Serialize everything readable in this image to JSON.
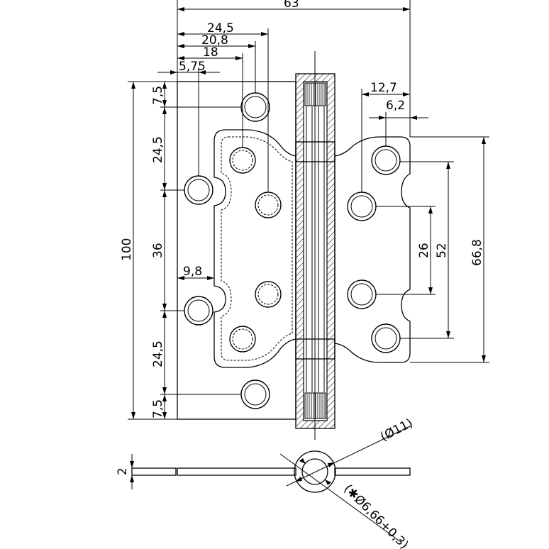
{
  "dimensions": {
    "overall_width": "63",
    "d_24_5_top": "24,5",
    "d_20_8": "20,8",
    "d_18": "18",
    "d_5_75": "5,75",
    "d_12_7": "12,7",
    "d_6_2": "6,2",
    "d_7_5_top": "7,5",
    "d_24_5_left_top": "24,5",
    "d_36": "36",
    "d_24_5_left_bottom": "24,5",
    "d_7_5_bottom": "7,5",
    "d_100": "100",
    "d_9_8": "9,8",
    "d_26": "26",
    "d_52": "52",
    "d_66_8": "66,8",
    "d_2": "2",
    "d_phi11": "(Ø11)",
    "d_phi666": "(✱Ø6,66+0,3)"
  }
}
